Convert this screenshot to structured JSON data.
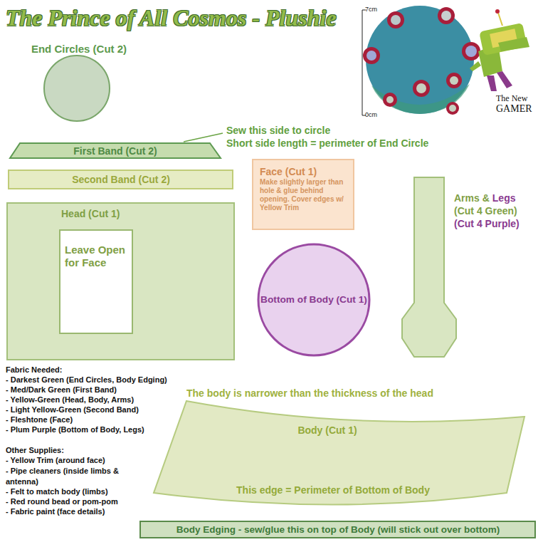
{
  "diagram": {
    "title": "The Prince of All Cosmos - Plushie",
    "nodes": [
      {
        "text": [
          "End Circles (Cut 2)"
        ]
      },
      {
        "text": [
          "First Band (Cut 2)"
        ]
      },
      {
        "text": [
          "Second Band (Cut 2)"
        ]
      },
      {
        "text": [
          "Face (Cut 1)",
          "Make slightly larger than hole & glue behind opening. Cover edges w/ Yellow Trim"
        ]
      },
      {
        "text": [
          "Head (Cut 1)"
        ]
      },
      {
        "text": [
          "Leave Open for Face"
        ],
        "in": 4
      },
      {
        "text": [
          "Arms &",
          "Legs",
          "(Cut 4 Green)",
          "(Cut 4 Purple)"
        ]
      },
      {
        "text": [
          "Bottom of Body (Cut 1)"
        ]
      },
      {
        "text": [
          "Body (Cut 1)",
          "This edge = Perimeter of Bottom of Body"
        ]
      },
      {
        "text": [
          "Body Edging - sew/glue this on top of Body (will stick out over bottom)"
        ]
      }
    ],
    "labels": [
      "Sew this side to circle",
      "Short side length = perimeter of End Circle",
      "The body is narrower than the thickness of the head",
      "Fabric Needed:",
      "- Darkest Green (End Circles, Body Edging)",
      "- Med/Dark Green (First Band)",
      "- Yellow-Green (Head, Body, Arms)",
      "- Light Yellow-Green (Second Band)",
      "- Fleshtone (Face)",
      "- Plum Purple (Bottom of Body, Legs)",
      "Other Supplies:",
      "- Yellow Trim (around face)",
      "- Pipe cleaners (inside limbs & antenna)",
      "- Felt to match body (limbs)",
      "- Red round bead or pom-pom",
      "- Fabric paint (face details)",
      "7cm",
      "0cm",
      "The New",
      "GAMER"
    ]
  }
}
